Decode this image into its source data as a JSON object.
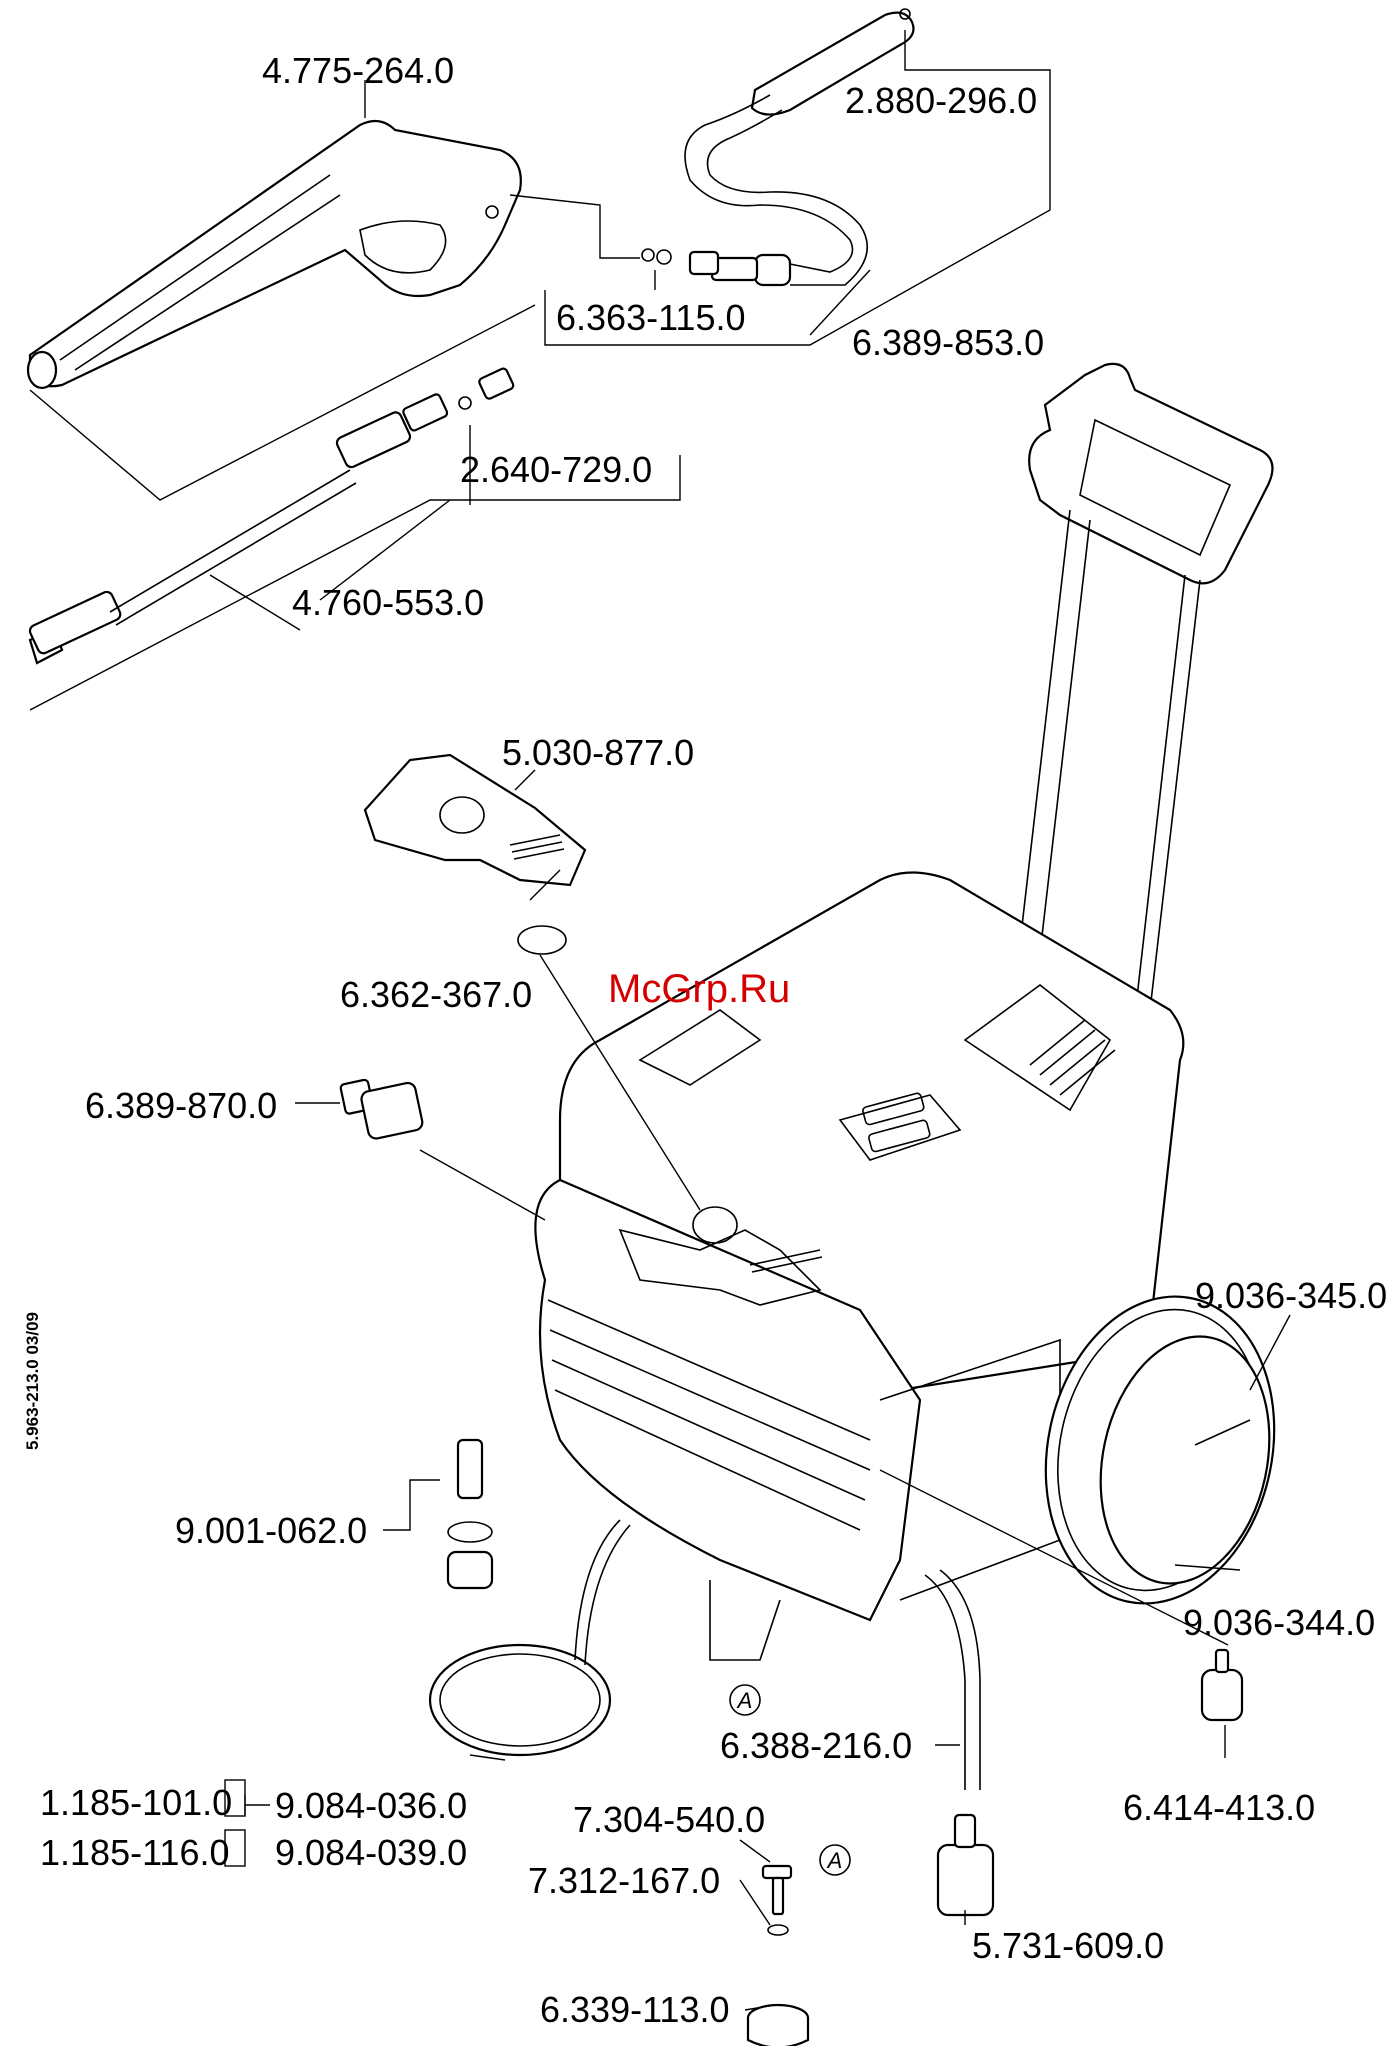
{
  "diagram": {
    "side_code": "5.963-213.0  03/09",
    "watermark": "McGrp.Ru",
    "callout_letter": "A",
    "labels": {
      "gun": "4.775-264.0",
      "hose_grip": "2.880-296.0",
      "oring_set": "6.363-115.0",
      "hose": "6.389-853.0",
      "nozzle": "2.640-729.0",
      "lance": "4.760-553.0",
      "cover": "5.030-877.0",
      "cover_oring": "6.362-367.0",
      "water_coupling": "6.389-870.0",
      "wheel_assembly": "9.036-345.0",
      "filter_set": "9.001-062.0",
      "wheel": "9.036-344.0",
      "suction_hose": "6.388-216.0",
      "suction_filter": "6.414-413.0",
      "model_1": "1.185-101.0",
      "cable_1": "9.084-036.0",
      "model_2": "1.185-116.0",
      "cable_2": "9.084-039.0",
      "screw": "7.304-540.0",
      "washer": "7.312-167.0",
      "foot": "6.339-113.0",
      "detergent_filter": "5.731-609.0"
    }
  }
}
